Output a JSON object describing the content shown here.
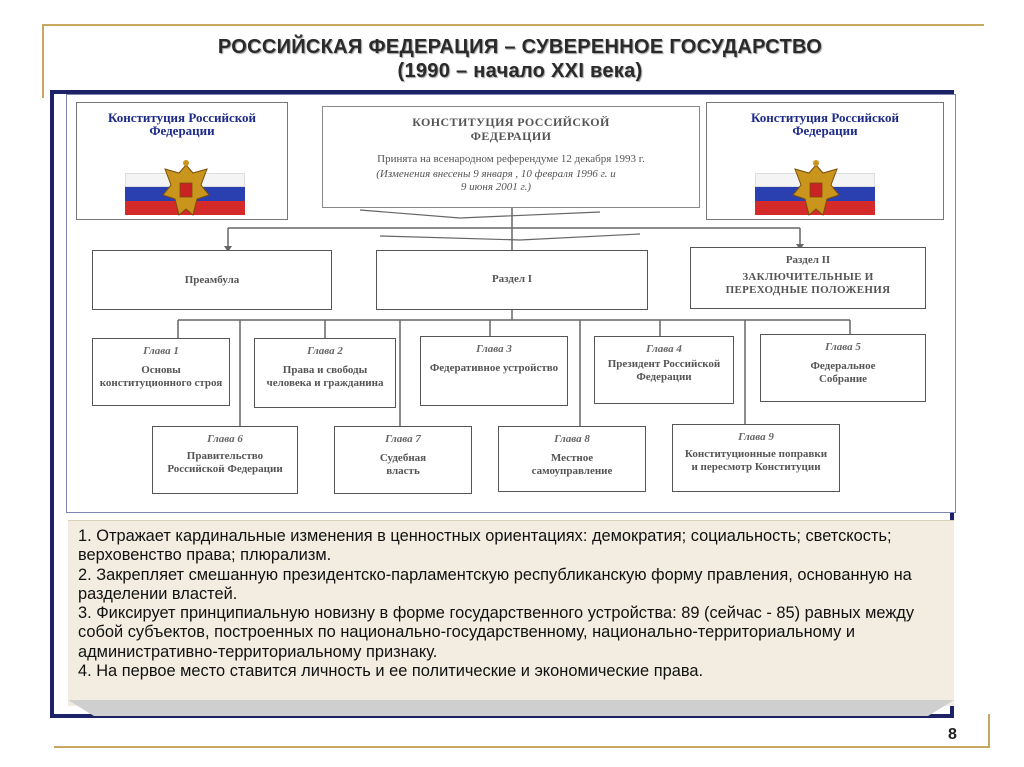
{
  "title": {
    "line1": "РОССИЙСКАЯ ФЕДЕРАЦИЯ – СУВЕРЕННОЕ ГОСУДАРСТВО",
    "line2": "(1990 – начало XXI века)"
  },
  "flag_box_title": "Конституция Российской Федерации",
  "constitution": {
    "title": "КОНСТИТУЦИЯ РОССИЙСКОЙ ФЕДЕРАЦИИ",
    "adopted": "Принята на всенародном референдуме 12 декабря 1993 г.",
    "amendments": "(Изменения внесены 9 января , 10 февраля 1996 г. и 9 июня 2001 г.)"
  },
  "sections": {
    "preamble": "Преамбула",
    "section1": "Раздел I",
    "section2_label": "Раздел II",
    "section2_text": "ЗАКЛЮЧИТЕЛЬНЫЕ И ПЕРЕХОДНЫЕ ПОЛОЖЕНИЯ"
  },
  "chapters": [
    {
      "label": "Глава 1",
      "text": "Основы конституционного строя"
    },
    {
      "label": "Глава 2",
      "text": "Права и свободы человека и гражданина"
    },
    {
      "label": "Глава 3",
      "text": "Федеративное устройство"
    },
    {
      "label": "Глава 4",
      "text": "Президент Российской Федерации"
    },
    {
      "label": "Глава 5",
      "text": "Федеральное Собрание"
    },
    {
      "label": "Глава 6",
      "text": "Правительство Российской Федерации"
    },
    {
      "label": "Глава 7",
      "text": "Судебная власть"
    },
    {
      "label": "Глава 8",
      "text": "Местное самоуправление"
    },
    {
      "label": "Глава 9",
      "text": "Конституционные поправки и пересмотр Конституции"
    }
  ],
  "points": [
    "1. Отражает кардинальные изменения в ценностных ориентациях: демократия; социальность; светскость; верховенство права; плюрализм.",
    "2. Закрепляет смешанную президентско-парламентскую республиканскую форму правления, основанную на разделении властей.",
    "3. Фиксирует принципиальную новизну в форме государственного устройства: 89 (сейчас - 85)  равных между собой субъектов, построенных по национально-государственному, национально-территориальному и административно-территориальному признаку.",
    "4. На первое место ставится личность и ее политические и экономические права."
  ],
  "page_number": "8",
  "colors": {
    "navy": "#1d2266",
    "gold": "#c8a860",
    "panel": "#f2ede0"
  }
}
